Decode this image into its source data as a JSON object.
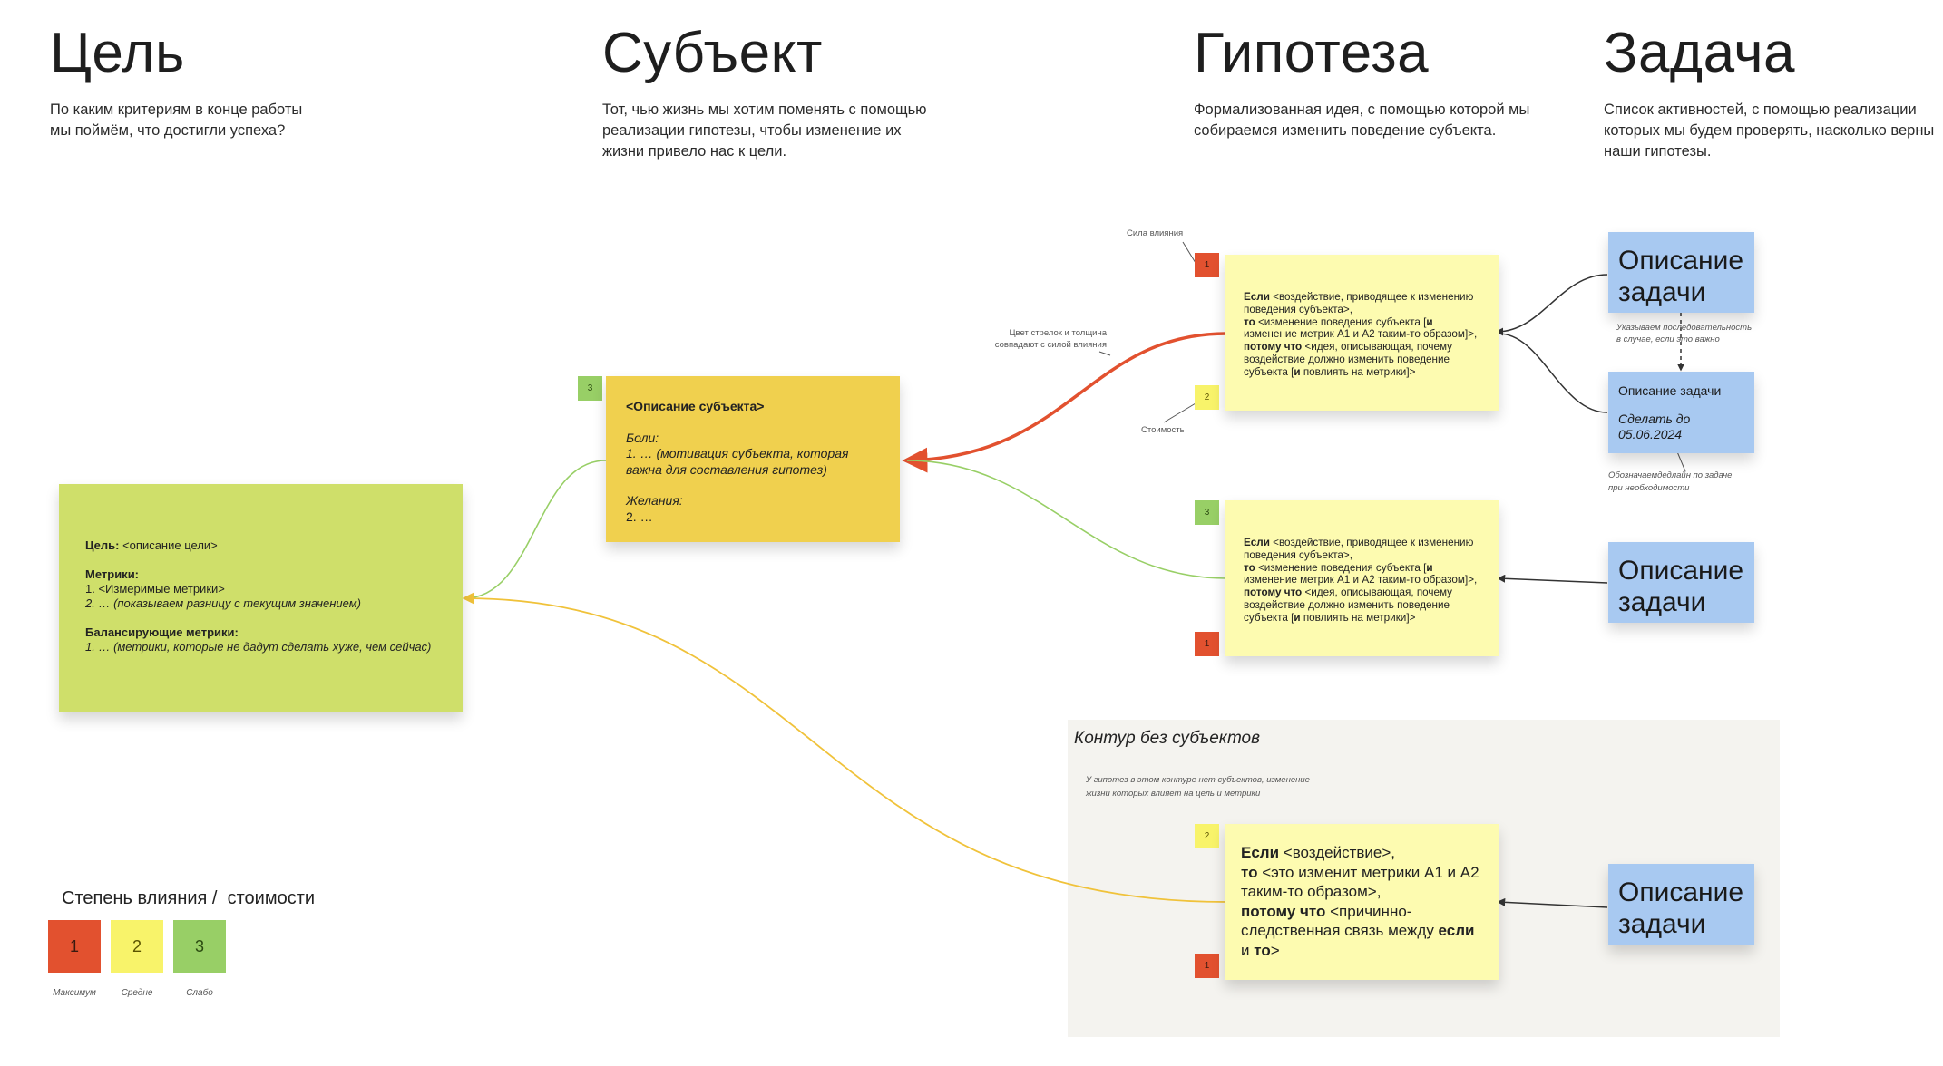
{
  "columns": [
    {
      "title": "Цель",
      "desc": [
        "По каким критериям в конце работы",
        "мы поймём, что достигли успеха?"
      ]
    },
    {
      "title": "Субъект",
      "desc": [
        "Тот, чью жизнь мы хотим поменять с помощью",
        "реализации гипотезы, чтобы изменение их",
        "жизни привело нас к цели."
      ]
    },
    {
      "title": "Гипотеза",
      "desc": [
        "Формализованная идея, с помощью которой мы",
        "собираемся изменить поведение субъекта."
      ]
    },
    {
      "title": "Задача",
      "desc": [
        "Список активностей, с помощью реализации",
        "которых мы будем проверять, насколько верны",
        "наши гипотезы."
      ]
    }
  ],
  "goal": {
    "label": "Цель:",
    "text": " <описание цели>",
    "metrics_label": "Метрики:",
    "metric1": "1. <Измеримые метрики>",
    "metric2": "2. … (показываем разницу с текущим значением)",
    "balance_label": "Балансирующие метрики:",
    "balance1": "1. … (метрики, которые не дадут сделать хуже, чем сейчас)",
    "color": "#cfdf6a"
  },
  "subject": {
    "badge": "3",
    "title": "<Описание субъекта>",
    "pains_label": "Боли:",
    "pain1": "1. … (мотивация субъекта, которая",
    "pain1b": "важна для составления гипотез)",
    "wishes_label": "Желания:",
    "wish1": "2. …",
    "color": "#f0d04e"
  },
  "hypothesis_template": {
    "if": "Если",
    "if_text": " <воздействие, приводящее к изменению поведения субъекта>,",
    "then": "то",
    "then_text": " <изменение поведения субъекта [",
    "and1": "и",
    "then_text2": " изменение метрик А1 и А2 таким-то образом]>,",
    "because": "потому что",
    "because_text": " <идея, описывающая, почему воздействие должно изменить поведение субъекта [",
    "and2": "и",
    "because_text2": " повлиять на метрики]>"
  },
  "hypothesis1": {
    "badge_top": "1",
    "badge_bottom": "2"
  },
  "hypothesis2": {
    "badge_top": "3",
    "badge_bottom": "1"
  },
  "annotations": {
    "strength": "Сила влияния",
    "arrows": [
      "Цвет стрелок и толщина",
      "совпадают с силой влияния"
    ],
    "cost": "Стоимость",
    "sequence": [
      "Указываем последовательность",
      "в случае, если это важно"
    ],
    "deadline": [
      "Обозначаемдедлайн по задаче",
      "при необходимости"
    ]
  },
  "tasks": {
    "big_label": [
      "Описание",
      "задачи"
    ],
    "small_label": "Описание задачи",
    "deadline_label": [
      "Сделать до",
      "05.06.2024"
    ]
  },
  "contour": {
    "title": "Контур без субъектов",
    "desc": [
      "У гипотез в этом контуре нет субъектов, изменение",
      "жизни которых влияет на цель и метрики"
    ],
    "badge_top": "2",
    "badge_bottom": "1",
    "if": "Если",
    "if_text": " <воздействие>,",
    "then": "то",
    "then_text": " <это изменит метрики А1 и А2 таким-то образом>,",
    "because": "потому что",
    "because_text": " <причинно-следственная связь между ",
    "if2": "если",
    "and_word": " и ",
    "then2": "то",
    "end": ">"
  },
  "legend": {
    "title": "Степень влияния /  стоимости",
    "items": [
      {
        "value": "1",
        "caption": "Максимум",
        "color": "#e2512f"
      },
      {
        "value": "2",
        "caption": "Средне",
        "color": "#f8f36a"
      },
      {
        "value": "3",
        "caption": "Слабо",
        "color": "#98cf66"
      }
    ]
  },
  "colors": {
    "strong_arrow": "#e2512f",
    "weak_arrow": "#98cf66",
    "medium_arrow": "#f0c23a",
    "task_arrow": "#333333",
    "hypothesis": "#fdfbb0",
    "task": "#a8c9f1",
    "contour_bg": "#f4f3ef"
  }
}
